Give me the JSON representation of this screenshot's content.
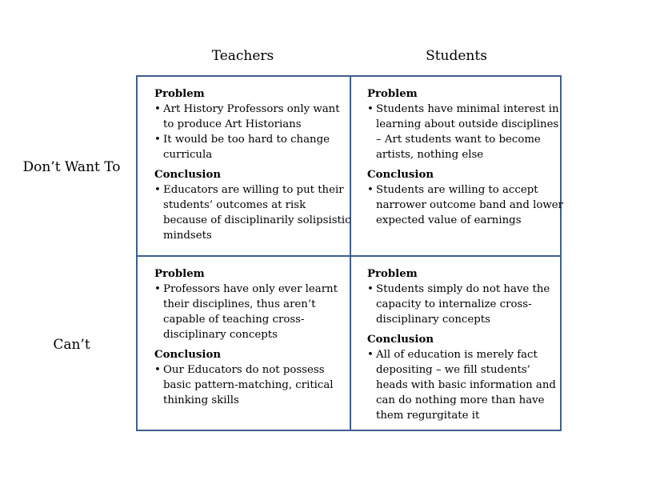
{
  "columns": [
    "Teachers",
    "Students"
  ],
  "rows": [
    "Don’t Want To",
    "Can’t"
  ],
  "cells": [
    [
      {
        "problem_title": "Problem",
        "problem_items": [
          "Art History Professors only want to produce Art Historians",
          "It would be too hard to change curricula"
        ],
        "conclusion_title": "Conclusion",
        "conclusion_items": [
          "Educators are willing to put their students’ outcomes at risk because of disciplinarily solipsistic mindsets"
        ]
      },
      {
        "problem_title": "Problem",
        "problem_items": [
          "Students have minimal interest in learning about outside disciplines – Art students want to become artists, nothing else"
        ],
        "conclusion_title": "Conclusion",
        "conclusion_items": [
          "Students are willing to accept narrower outcome band and lower expected value of earnings"
        ]
      }
    ],
    [
      {
        "problem_title": "Problem",
        "problem_items": [
          "Professors have only ever learnt their disciplines, thus aren’t capable of teaching cross-disciplinary concepts"
        ],
        "conclusion_title": "Conclusion",
        "conclusion_items": [
          "Our Educators do not possess basic pattern-matching, critical thinking skills"
        ]
      },
      {
        "problem_title": "Problem",
        "problem_items": [
          "Students simply do not have the capacity to internalize cross-disciplinary concepts"
        ],
        "conclusion_title": "Conclusion",
        "conclusion_items": [
          "All of education is merely fact depositing – we fill students’ heads with basic information and can do nothing more than have them regurgitate it"
        ]
      }
    ]
  ],
  "colors": {
    "grid_border": "#3f5e8f",
    "text": "#000000",
    "background": "#ffffff"
  }
}
